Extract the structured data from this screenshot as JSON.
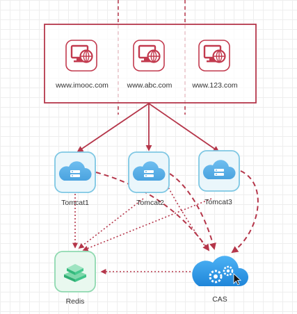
{
  "sites": [
    {
      "label": "www.imooc.com"
    },
    {
      "label": "www.abc.com"
    },
    {
      "label": "www.123.com"
    }
  ],
  "tomcats": [
    {
      "label": "Tomcat1"
    },
    {
      "label": "Tomcat2"
    },
    {
      "label": "Tomcat3"
    }
  ],
  "redis": {
    "label": "Redis"
  },
  "cas": {
    "label": "CAS"
  },
  "colors": {
    "accent": "#b5364a",
    "tomcat_border": "#7ec7e3",
    "tomcat_fill": "#eaf6fb",
    "cloud": "#5ab0e6",
    "redis_border": "#8fd9b0",
    "redis_fill": "#e9f8ef",
    "redis_icon": "#3fc489",
    "cas": "#2f97e8"
  }
}
